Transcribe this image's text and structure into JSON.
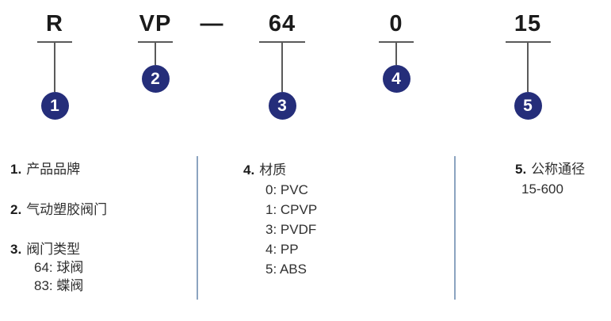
{
  "code": {
    "separator": "—",
    "segments": [
      {
        "label": "R",
        "circle": "1"
      },
      {
        "label": "VP",
        "circle": "2"
      },
      {
        "label": "64",
        "circle": "3"
      },
      {
        "label": "0",
        "circle": "4"
      },
      {
        "label": "15",
        "circle": "5"
      }
    ]
  },
  "legend": {
    "items": [
      {
        "num": "1.",
        "text": "产品品牌",
        "subs": []
      },
      {
        "num": "2.",
        "text": "气动塑胶阀门",
        "subs": []
      },
      {
        "num": "3.",
        "text": "阀门类型",
        "subs": [
          "64: 球阀",
          "83: 蝶阀"
        ]
      },
      {
        "num": "4.",
        "text": "材质",
        "subs": [
          "0: PVC",
          "1: CPVP",
          "3: PVDF",
          "4: PP",
          "5: ABS"
        ]
      },
      {
        "num": "5.",
        "text": "公称通径",
        "subs": [
          "15-600"
        ]
      }
    ]
  },
  "colors": {
    "badge_navy": "#252e7a",
    "divider_blue": "#8ca4c0",
    "line_gray": "#5a5a5a",
    "text_black": "#1b1b1b"
  }
}
